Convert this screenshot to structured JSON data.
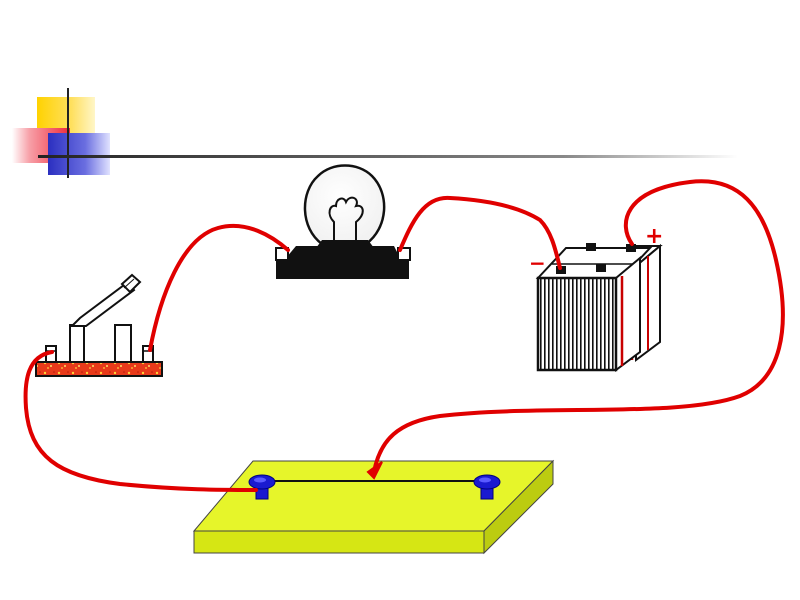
{
  "slide": {
    "background": "#ffffff"
  },
  "decoration": {
    "colors": {
      "yellow": "#ffd200",
      "red": "#ee2a3c",
      "blue": "#2b2fc0",
      "line": "#333333"
    }
  },
  "circuit": {
    "wire_color": "#e00000",
    "components": [
      {
        "name": "knife-switch",
        "icon": "knife-switch-icon"
      },
      {
        "name": "light-bulb",
        "icon": "bulb-icon"
      },
      {
        "name": "battery",
        "icon": "battery-icon"
      },
      {
        "name": "resistance-wire-board",
        "icon": "resistance-board-icon"
      }
    ],
    "battery": {
      "negative_symbol": "−",
      "positive_symbol": "+",
      "symbol_color": "#e00000"
    },
    "board": {
      "top_color": "#e0f020",
      "terminal_color": "#1a1ad0"
    }
  }
}
